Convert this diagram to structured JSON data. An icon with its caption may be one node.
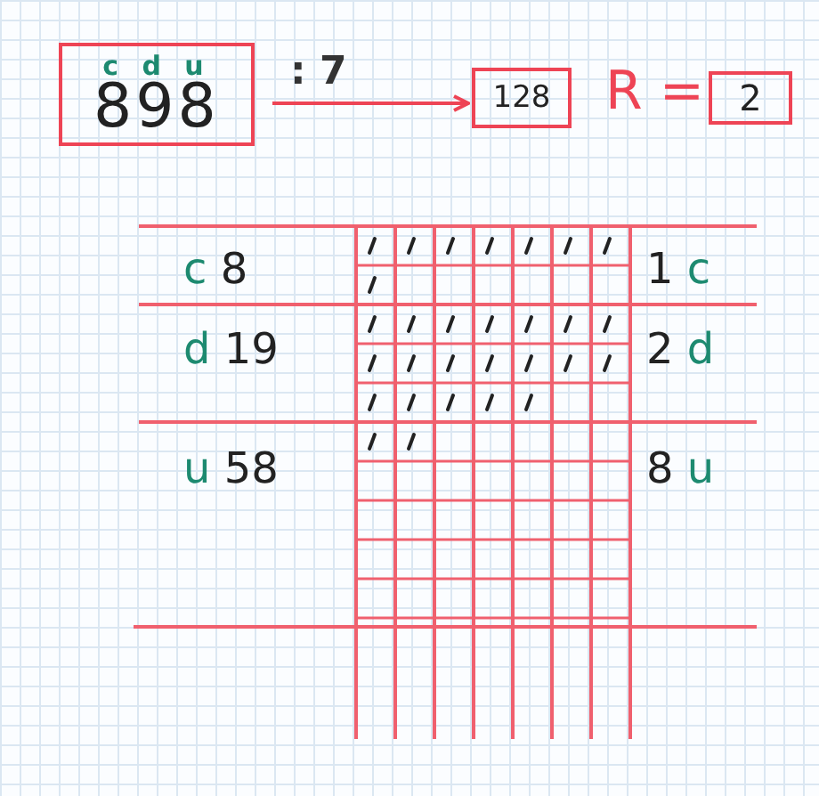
{
  "diagram": {
    "nodes": [
      {
        "text": [
          "c d u",
          "898"
        ]
      },
      {
        "text": [
          "128"
        ]
      },
      {
        "text": [
          "2"
        ],
        "beside": [
          "R ="
        ]
      }
    ],
    "edges": [
      {
        "from": 0,
        "to": 1,
        "arrow": "to",
        "label": ": 7"
      }
    ],
    "labels": [
      "c 8",
      "1 c",
      "d 19",
      "2 d",
      "u 58",
      "8 u"
    ]
  }
}
